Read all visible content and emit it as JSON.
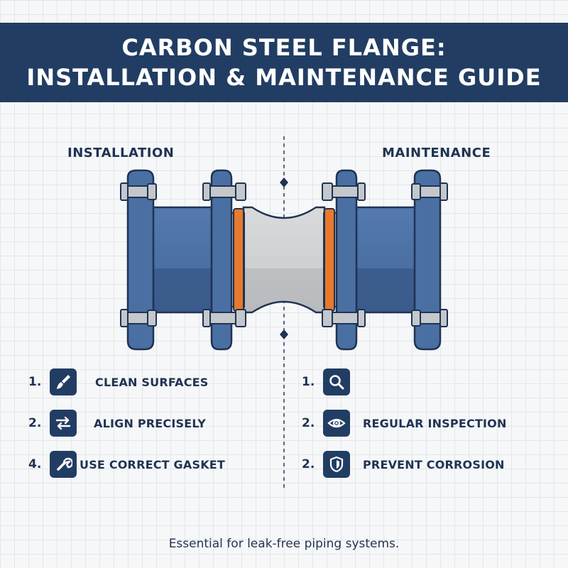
{
  "header": {
    "title_line1": "CARBON STEEL FLANGE:",
    "title_line2": "INSTALLATION & MAINTENANCE GUIDE"
  },
  "installation": {
    "title": "INSTALLATION",
    "steps": [
      {
        "number": "1.",
        "label": "CLEAN SURFACES",
        "icon": "brush-icon"
      },
      {
        "number": "2.",
        "label": "ALIGN PRECISELY",
        "icon": "align-arrows-icon"
      },
      {
        "number": "4.",
        "label": "USE CORRECT GASKET",
        "icon": "wrench-icon"
      }
    ]
  },
  "maintenance": {
    "title": "MAINTENANCE",
    "steps": [
      {
        "number": "1.",
        "label": "",
        "icon": "magnifier-icon"
      },
      {
        "number": "2.",
        "label": "REGULAR INSPECTION",
        "icon": "eye-icon"
      },
      {
        "number": "2.",
        "label": "PREVENT CORROSION",
        "icon": "shield-icon"
      }
    ]
  },
  "footer": {
    "note": "Essential for leak-free piping systems."
  },
  "colors": {
    "banner": "#223d63",
    "flange_blue": "#4a6fa3",
    "flange_outline": "#1f3352",
    "gasket": "#e8792d",
    "pipe_gray": "#c9cbcd",
    "bolt_gray": "#c4c7cb"
  }
}
